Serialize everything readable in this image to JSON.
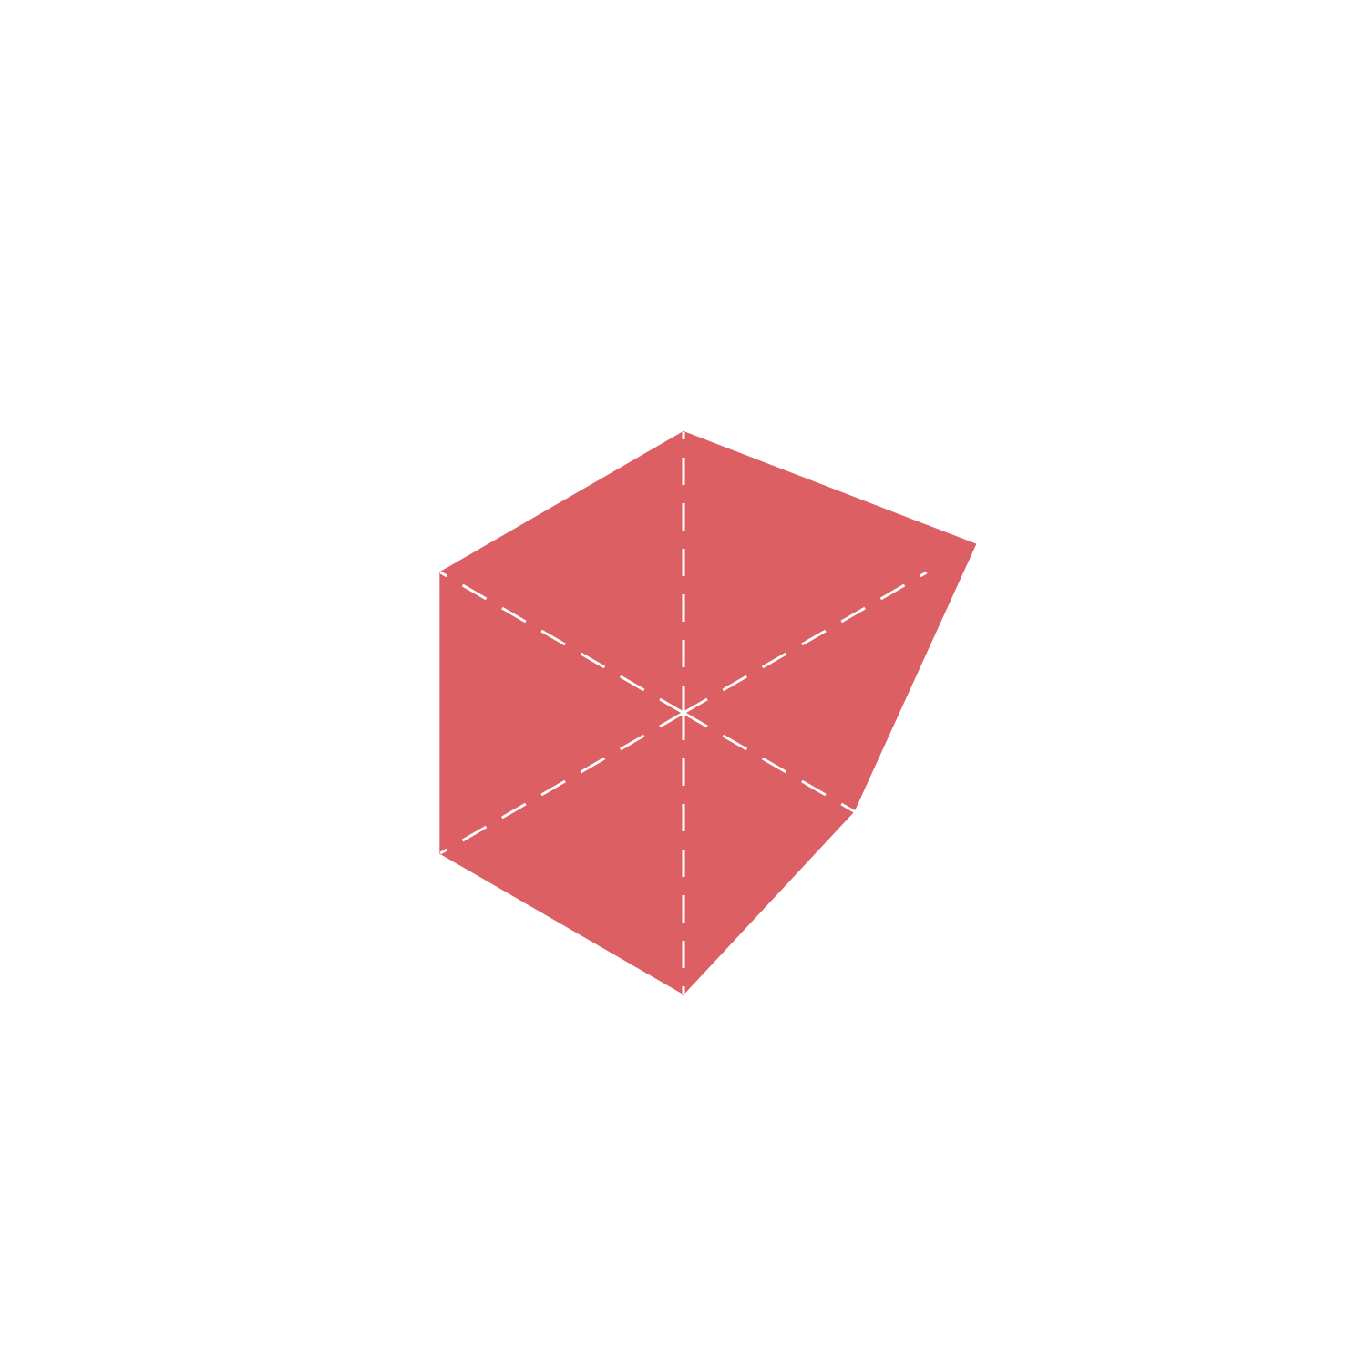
{
  "chart_data": {
    "type": "radar",
    "axes": [
      "",
      "",
      "",
      "",
      "",
      ""
    ],
    "series": [
      {
        "values": [
          1.0,
          1.2,
          0.7,
          1.0,
          1.0,
          1.0
        ],
        "color": "#dc5f64"
      }
    ],
    "rmax": 1.0,
    "grid": false,
    "axis_lines": "dashed",
    "axis_line_color": "#ffffff"
  }
}
